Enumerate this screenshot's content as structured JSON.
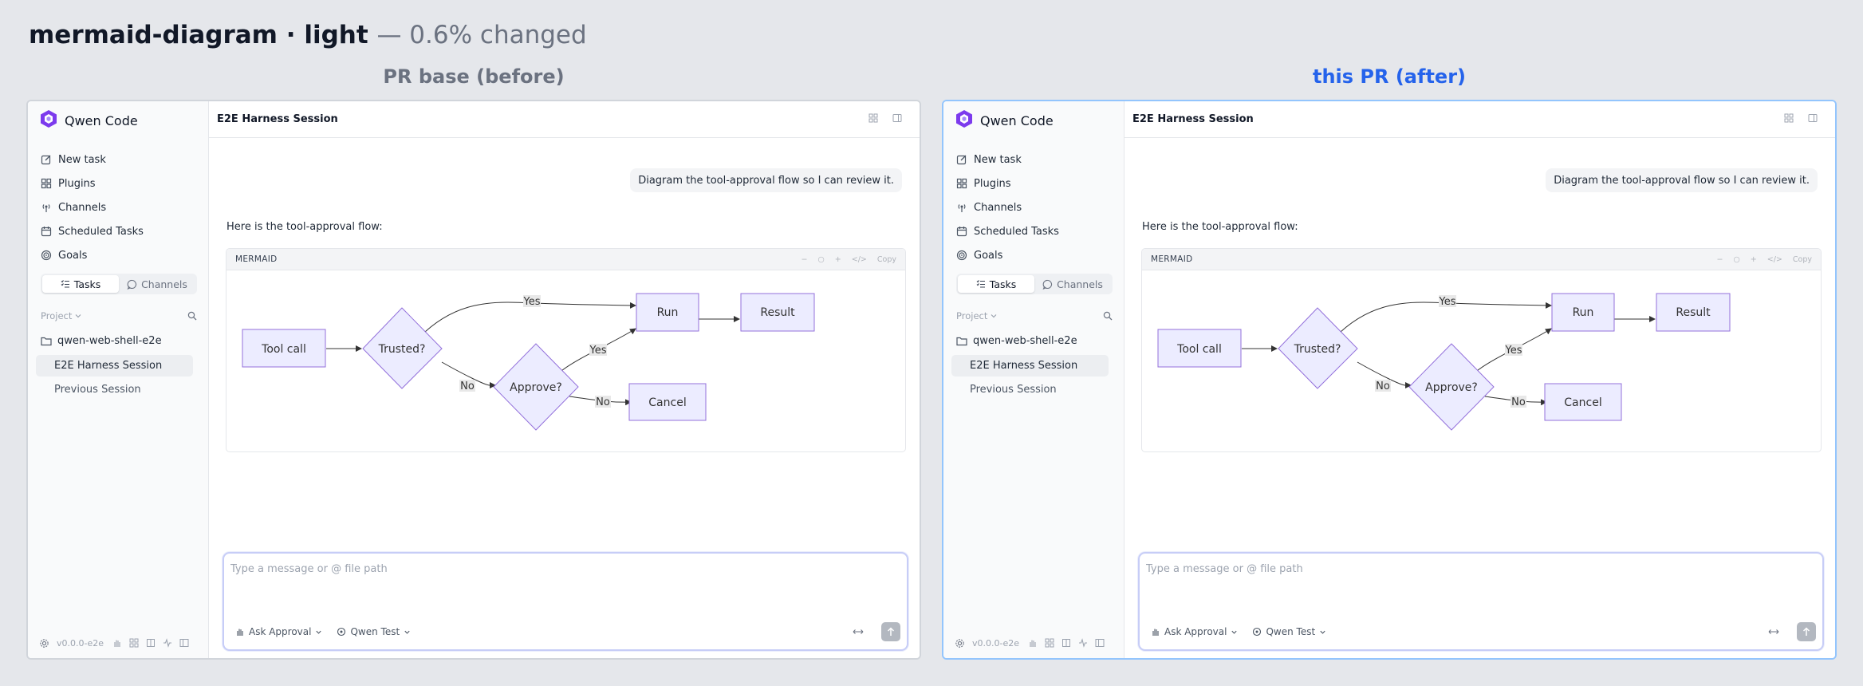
{
  "title": {
    "main": "mermaid-diagram · light",
    "suffix": "— 0.6% changed"
  },
  "panels": {
    "before_label": "PR base (before)",
    "after_label": "this PR (after)"
  },
  "app": {
    "brand": "Qwen Code",
    "nav": [
      "New task",
      "Plugins",
      "Channels",
      "Scheduled Tasks",
      "Goals"
    ],
    "tabs": [
      "Tasks",
      "Channels"
    ],
    "project_label": "Project",
    "folder": "qwen-web-shell-e2e",
    "sessions": [
      "E2E Harness Session",
      "Previous Session"
    ],
    "version": "v0.0.0-e2e",
    "header_title": "E2E Harness Session",
    "user_message": "Diagram the tool-approval flow so I can review it.",
    "assistant_text": "Here is the tool-approval flow:",
    "mermaid": {
      "label": "MERMAID",
      "tools": [
        "−",
        "○",
        "+",
        "</>",
        "Copy"
      ],
      "nodes": [
        "Tool call",
        "Trusted?",
        "Approve?",
        "Run",
        "Result",
        "Cancel"
      ],
      "edge_labels": [
        "Yes",
        "No",
        "Yes",
        "No"
      ]
    },
    "composer": {
      "placeholder": "Type a message or @ file path",
      "mode": "Ask Approval",
      "model": "Qwen Test"
    }
  },
  "colors": {
    "accent": "#2563eb",
    "node_fill": "#ececff",
    "node_stroke": "#9370db"
  }
}
